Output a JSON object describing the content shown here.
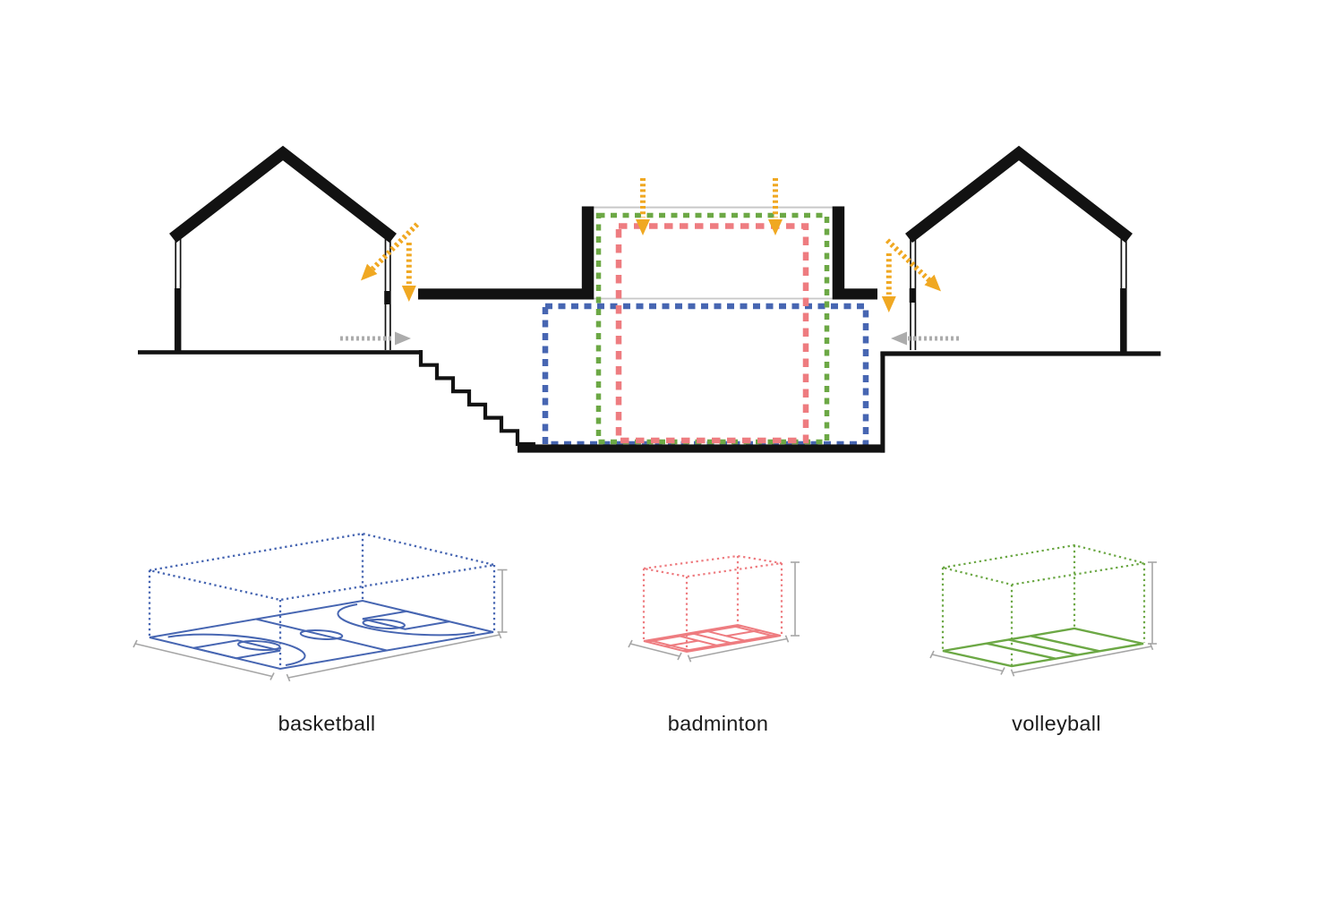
{
  "diagram": {
    "type": "architectural-section-with-sport-court-volumes",
    "courts": [
      {
        "id": "basketball",
        "label": "basketball",
        "color": "#4766B2"
      },
      {
        "id": "badminton",
        "label": "badminton",
        "color": "#EE7C80"
      },
      {
        "id": "volleyball",
        "label": "volleyball",
        "color": "#6CA845"
      }
    ],
    "colors": {
      "structure_black": "#121212",
      "sunlight_orange": "#F0A822",
      "entry_gray": "#ACACAC",
      "dimension_gray": "#A6A6A6",
      "line_gray": "#C8C8C8",
      "label_text": "#1B1B1B"
    },
    "icons": {
      "sun_arrow": "orange dotted arrow (daylight direction)",
      "entry_arrow": "gray dotted arrow (entry direction)"
    }
  }
}
